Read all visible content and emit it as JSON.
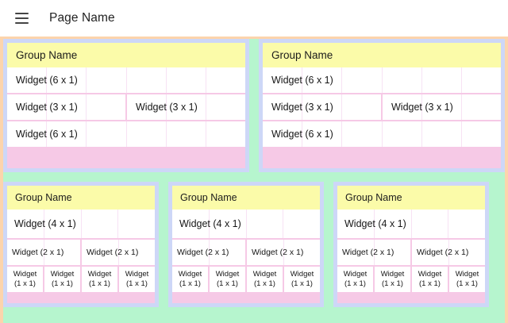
{
  "appbar": {
    "menu_icon": "hamburger-menu-icon",
    "title": "Page Name"
  },
  "colors": {
    "page_canvas": "#FCD4AC",
    "row_background": "#B6F5CE",
    "group_frame": "#CDD7F7",
    "group_header": "#FBFBA9",
    "widget_gap": "#F6C9E6",
    "widget_background": "#FFFFFF",
    "gridline": "#F7E2F4",
    "text": "#161616"
  },
  "rows": [
    {
      "name": "top-row",
      "groups": [
        {
          "header": "Group Name",
          "widget_rows": [
            {
              "widgets": [
                {
                  "label": "Widget (6 x 1)",
                  "span": 6
                }
              ]
            },
            {
              "widgets": [
                {
                  "label": "Widget (3 x 1)",
                  "span": 3
                },
                {
                  "label": "Widget (3 x 1)",
                  "span": 3
                }
              ]
            },
            {
              "widgets": [
                {
                  "label": "Widget (6 x 1)",
                  "span": 6
                }
              ]
            }
          ]
        },
        {
          "header": "Group Name",
          "widget_rows": [
            {
              "widgets": [
                {
                  "label": "Widget (6 x 1)",
                  "span": 6
                }
              ]
            },
            {
              "widgets": [
                {
                  "label": "Widget (3 x 1)",
                  "span": 3
                },
                {
                  "label": "Widget (3 x 1)",
                  "span": 3
                }
              ]
            },
            {
              "widgets": [
                {
                  "label": "Widget (6 x 1)",
                  "span": 6
                }
              ]
            }
          ]
        }
      ]
    },
    {
      "name": "bottom-row",
      "groups": [
        {
          "header": "Group Name",
          "widget_rows": [
            {
              "widgets": [
                {
                  "label": "Widget (4 x 1)",
                  "span": 4
                }
              ]
            },
            {
              "widgets": [
                {
                  "label": "Widget (2 x 1)",
                  "span": 2
                },
                {
                  "label": "Widget (2 x 1)",
                  "span": 2
                }
              ]
            },
            {
              "widgets": [
                {
                  "label": "Widget\n(1 x 1)",
                  "span": 1
                },
                {
                  "label": "Widget\n(1 x 1)",
                  "span": 1
                },
                {
                  "label": "Widget\n(1 x 1)",
                  "span": 1
                },
                {
                  "label": "Widget\n(1 x 1)",
                  "span": 1
                }
              ]
            }
          ]
        },
        {
          "header": "Group Name",
          "widget_rows": [
            {
              "widgets": [
                {
                  "label": "Widget (4 x 1)",
                  "span": 4
                }
              ]
            },
            {
              "widgets": [
                {
                  "label": "Widget (2 x 1)",
                  "span": 2
                },
                {
                  "label": "Widget (2 x 1)",
                  "span": 2
                }
              ]
            },
            {
              "widgets": [
                {
                  "label": "Widget\n(1 x 1)",
                  "span": 1
                },
                {
                  "label": "Widget\n(1 x 1)",
                  "span": 1
                },
                {
                  "label": "Widget\n(1 x 1)",
                  "span": 1
                },
                {
                  "label": "Widget\n(1 x 1)",
                  "span": 1
                }
              ]
            }
          ]
        },
        {
          "header": "Group Name",
          "widget_rows": [
            {
              "widgets": [
                {
                  "label": "Widget (4 x 1)",
                  "span": 4
                }
              ]
            },
            {
              "widgets": [
                {
                  "label": "Widget (2 x 1)",
                  "span": 2
                },
                {
                  "label": "Widget (2 x 1)",
                  "span": 2
                }
              ]
            },
            {
              "widgets": [
                {
                  "label": "Widget\n(1 x 1)",
                  "span": 1
                },
                {
                  "label": "Widget\n(1 x 1)",
                  "span": 1
                },
                {
                  "label": "Widget\n(1 x 1)",
                  "span": 1
                },
                {
                  "label": "Widget\n(1 x 1)",
                  "span": 1
                }
              ]
            }
          ]
        }
      ]
    }
  ]
}
